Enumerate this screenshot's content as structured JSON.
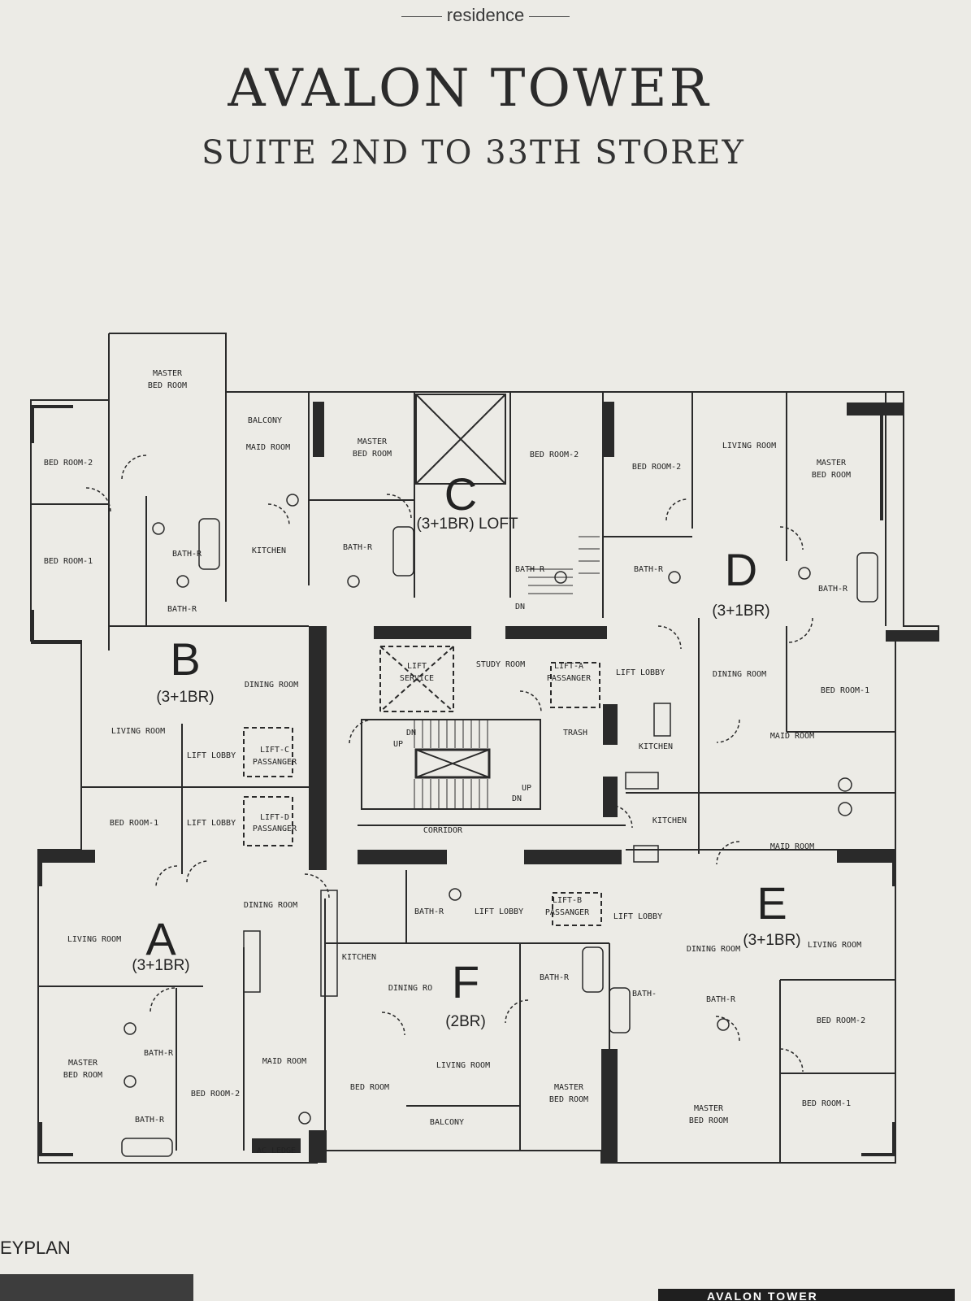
{
  "brand": {
    "residence": "residence"
  },
  "title": "AVALON TOWER",
  "subtitle": "SUITE 2ND TO 33TH STOREY",
  "units": [
    {
      "letter": "A",
      "type": "(3+1BR)"
    },
    {
      "letter": "B",
      "type": "(3+1BR)"
    },
    {
      "letter": "C",
      "type": "(3+1BR) LOFT"
    },
    {
      "letter": "D",
      "type": "(3+1BR)"
    },
    {
      "letter": "E",
      "type": "(3+1BR)"
    },
    {
      "letter": "F",
      "type": "(2BR)"
    }
  ],
  "rooms": {
    "b_master": [
      "MASTER",
      "BED ROOM"
    ],
    "b_bed2": "BED ROOM-2",
    "b_bed1": "BED ROOM-1",
    "b_balcony": "BALCONY",
    "b_maid": "MAID ROOM",
    "b_kitchen": "KITCHEN",
    "b_bath_r": "BATH-R",
    "b_bath_r2": "BATH-R",
    "b_dining": "DINING ROOM",
    "b_living": "LIVING ROOM",
    "lift_lobby_1": "LIFT LOBBY",
    "lift_lobby_2": "LIFT LOBBY",
    "lift_c": [
      "LIFT-C",
      "PASSANGER"
    ],
    "lift_d": [
      "LIFT-D",
      "PASSANGER"
    ],
    "a_bed1": "BED ROOM-1",
    "a_living": "LIVING ROOM",
    "a_dining": "DINING ROOM",
    "a_kitchen": "KITCHEN",
    "a_master": [
      "MASTER",
      "BED ROOM"
    ],
    "a_bath_r1": "BATH-R",
    "a_bath_r2": "BATH-R",
    "a_bed2": "BED ROOM-2",
    "a_maid": "MAID ROOM",
    "a_ac_ledge": "AC LEDGE",
    "c_master": [
      "MASTER",
      "BED ROOM"
    ],
    "c_bed2": "BED ROOM-2",
    "c_bath_r1": "BATH-R",
    "c_bath_r2": "BATH-R",
    "c_dn": "DN",
    "lift_service": [
      "LIFT",
      "SERVICE"
    ],
    "study": "STUDY ROOM",
    "lift_a": [
      "LIFT-A",
      "PASSANGER"
    ],
    "trash": "TRASH",
    "up1": "UP",
    "dn1": "DN",
    "up2": "UP",
    "dn2": "DN",
    "corridor": "CORRIDOR",
    "d_living": "LIVING ROOM",
    "d_master": [
      "MASTER",
      "BED ROOM"
    ],
    "d_bed2": "BED ROOM-2",
    "d_bath_r1": "BATH-R",
    "d_bath_r2": "BATH-R",
    "d_lift_lobby": "LIFT LOBBY",
    "d_dining": "DINING ROOM",
    "d_bed1": "BED ROOM-1",
    "d_maid": "MAID ROOM",
    "d_kitchen": "KITCHEN",
    "e_kitchen": "KITCHEN",
    "e_maid": "MAID ROOM",
    "e_dining": "DINING ROOM",
    "e_living": "LIVING ROOM",
    "e_lift_lobby": "LIFT LOBBY",
    "e_bath": "BATH-",
    "e_bath_r": "BATH-R",
    "e_bed2": "BED ROOM-2",
    "e_bed1": "BED ROOM-1",
    "e_master": [
      "MASTER",
      "BED ROOM"
    ],
    "f_bath_r": "BATH-R",
    "f_lift_lobby": "LIFT LOBBY",
    "lift_b": [
      "LIFT-B",
      "PASSANGER"
    ],
    "f_dining": "DINING RO",
    "f_bath_r2": "BATH-R",
    "f_living": "LIVING ROOM",
    "f_bed": "BED ROOM",
    "f_master": [
      "MASTER",
      "BED ROOM"
    ],
    "f_balcony": "BALCONY"
  },
  "keyplan_label": "EYPLAN",
  "footer_tab": "AVALON TOWER"
}
